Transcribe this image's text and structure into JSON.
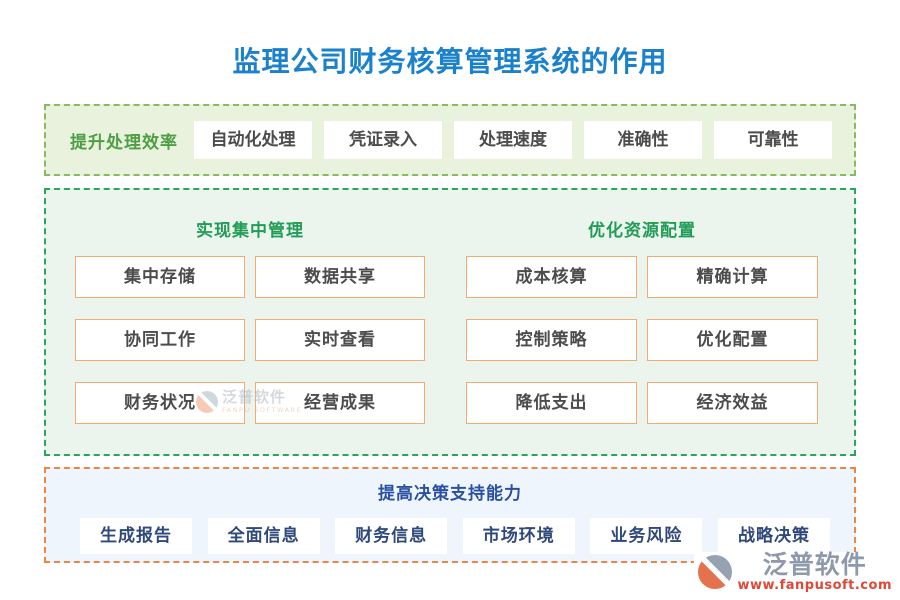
{
  "title": "监理公司财务核算管理系统的作用",
  "sections": {
    "efficiency": {
      "label": "提升处理效率",
      "items": [
        "自动化处理",
        "凭证录入",
        "处理速度",
        "准确性",
        "可靠性"
      ]
    },
    "management": {
      "left": {
        "header": "实现集中管理",
        "items": [
          "集中存储",
          "数据共享",
          "协同工作",
          "实时查看",
          "财务状况",
          "经营成果"
        ]
      },
      "right": {
        "header": "优化资源配置",
        "items": [
          "成本核算",
          "精确计算",
          "控制策略",
          "优化配置",
          "降低支出",
          "经济效益"
        ]
      }
    },
    "decision": {
      "header": "提高决策支持能力",
      "items": [
        "生成报告",
        "全面信息",
        "财务信息",
        "市场环境",
        "业务风险",
        "战略决策"
      ]
    }
  },
  "watermark": {
    "brand": "泛普软件",
    "brand_sub": "FANPU SOFTWARE",
    "url": "www.fanpusoft.com"
  },
  "colors": {
    "title_blue": "#1b81cb",
    "section1_bg": "#e9f2dd",
    "section1_border": "#8ab964",
    "section1_label_green": "#4f9e46",
    "section2_bg": "#ebf5ee",
    "section2_border": "#2aa65c",
    "section2_header_green": "#239c57",
    "orange_button_border": "#f3ac70",
    "section3_bg": "#eef5fd",
    "section3_border": "#ee8540",
    "section3_header_blue": "#2b50a1",
    "section3_text_blue": "#30497b",
    "button_text_gray": "#4c4c4c",
    "logo_gray": "#8e99ac",
    "logo_red": "#dc4937"
  }
}
